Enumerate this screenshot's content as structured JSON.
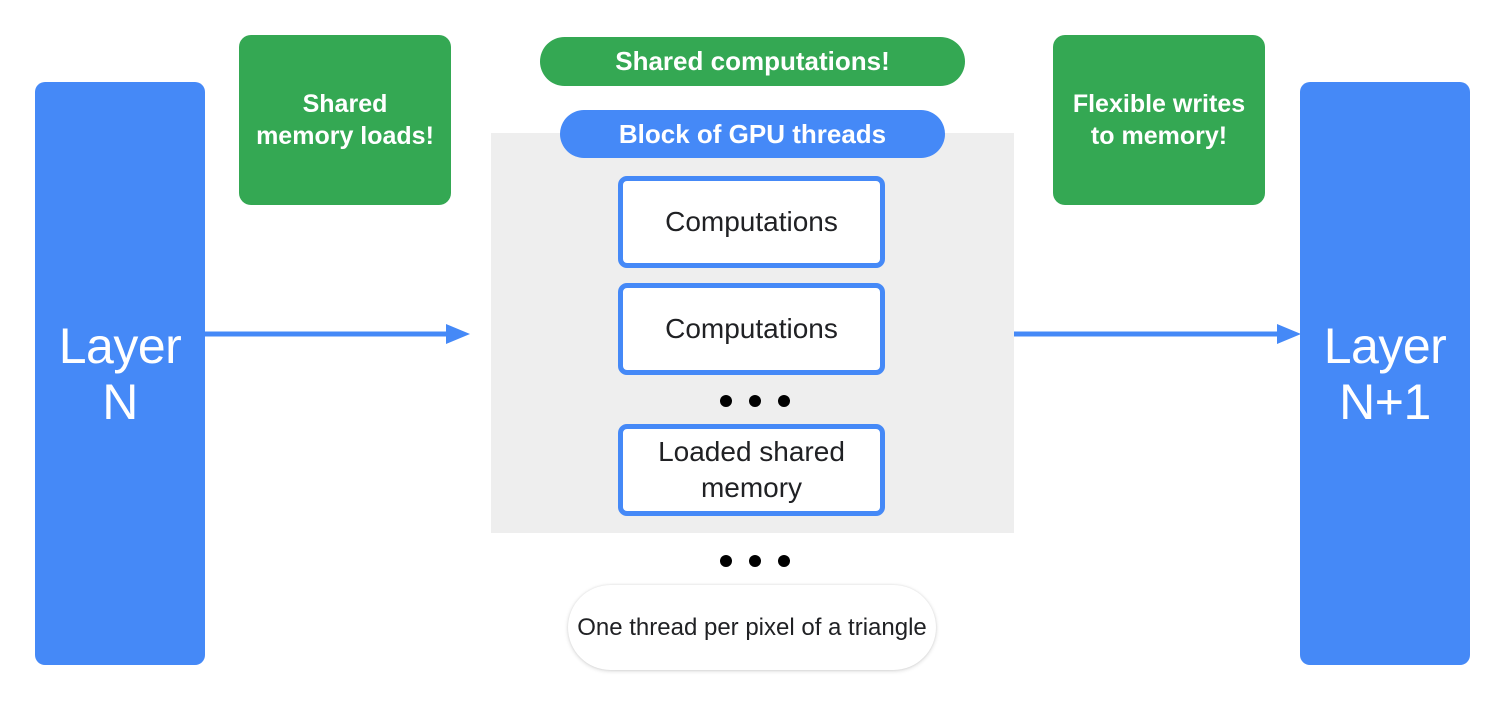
{
  "diagram": {
    "layers": [
      {
        "id": "layer-n",
        "label": "Layer\nN"
      },
      {
        "id": "layer-n1",
        "label": "Layer\nN+1"
      }
    ],
    "callouts": [
      {
        "id": "shared-memory",
        "label": "Shared memory loads!"
      },
      {
        "id": "flexible-write",
        "label": "Flexible writes to memory!"
      }
    ],
    "pills": [
      {
        "id": "shared-computations",
        "label": "Shared computations!"
      },
      {
        "id": "block-gpu-threads",
        "label": "Block of GPU threads"
      }
    ],
    "thread_boxes": [
      {
        "id": "thread-0",
        "label": "Computations"
      },
      {
        "id": "thread-1",
        "label": "Computations"
      },
      {
        "id": "thread-2",
        "label": "Loaded shared memory"
      }
    ],
    "note": {
      "label": "One thread per pixel of a triangle"
    },
    "ellipses": [
      {
        "id": "dots-inner",
        "label": "•••"
      },
      {
        "id": "dots-outer",
        "label": "•••"
      }
    ],
    "arrows": [
      {
        "id": "arrow-left",
        "from": "Layer N",
        "to": "Block of GPU threads"
      },
      {
        "id": "arrow-right",
        "from": "Block of GPU threads",
        "to": "Layer N+1"
      }
    ],
    "colors": {
      "blue": "#4589F7",
      "green": "#34A853",
      "gray_block": "#EEEEEE",
      "text_dark": "#202124",
      "white": "#FFFFFF"
    }
  }
}
